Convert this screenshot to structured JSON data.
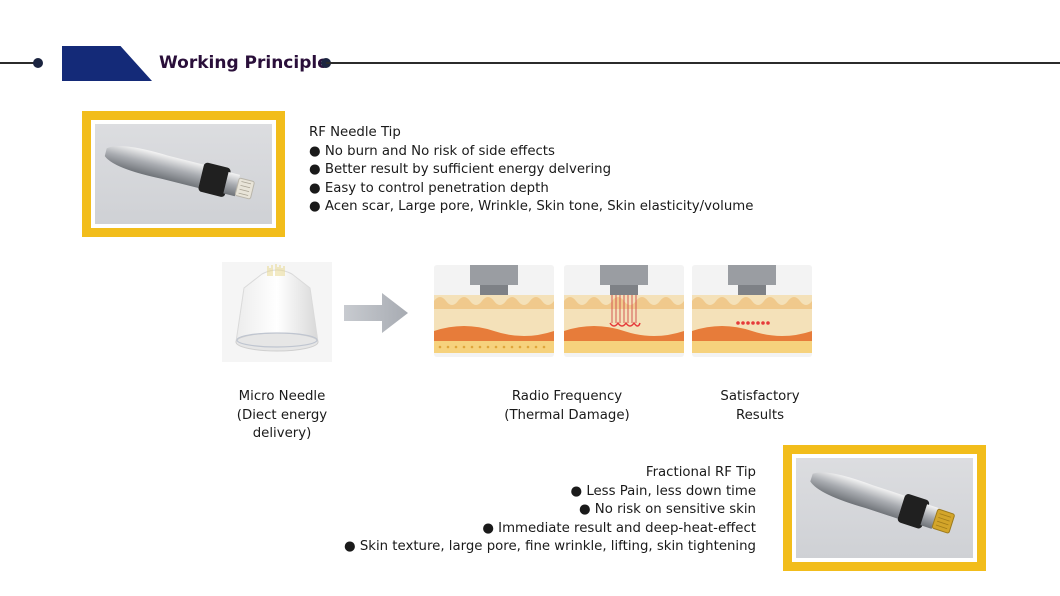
{
  "header": {
    "title": "Working Principle"
  },
  "rf_needle_tip": {
    "title": "RF Needle Tip",
    "bullets": [
      "● No burn and No risk of side effects",
      "● Better result by sufficient energy delvering",
      "● Easy to control penetration depth",
      "● Acen scar, Large pore, Wrinkle, Skin tone, Skin elasticity/volume"
    ]
  },
  "process": {
    "micro_needle_lines": [
      "Micro Needle",
      "(Diect energy",
      "delivery)"
    ],
    "radio_frequency_lines": [
      "Radio Frequency",
      "(Thermal Damage)"
    ],
    "satisfactory_lines": [
      "Satisfactory",
      "Results"
    ]
  },
  "fractional_rf_tip": {
    "title": "Fractional RF Tip",
    "bullets": [
      "● Less Pain, less down time",
      "● No risk on sensitive skin",
      "● Immediate result and deep-heat-effect",
      "● Skin texture, large pore, fine wrinkle, lifting, skin tightening"
    ]
  },
  "colors": {
    "frame": "#f2bd1b",
    "header_block": "#142a78",
    "title": "#2a0f3a"
  }
}
